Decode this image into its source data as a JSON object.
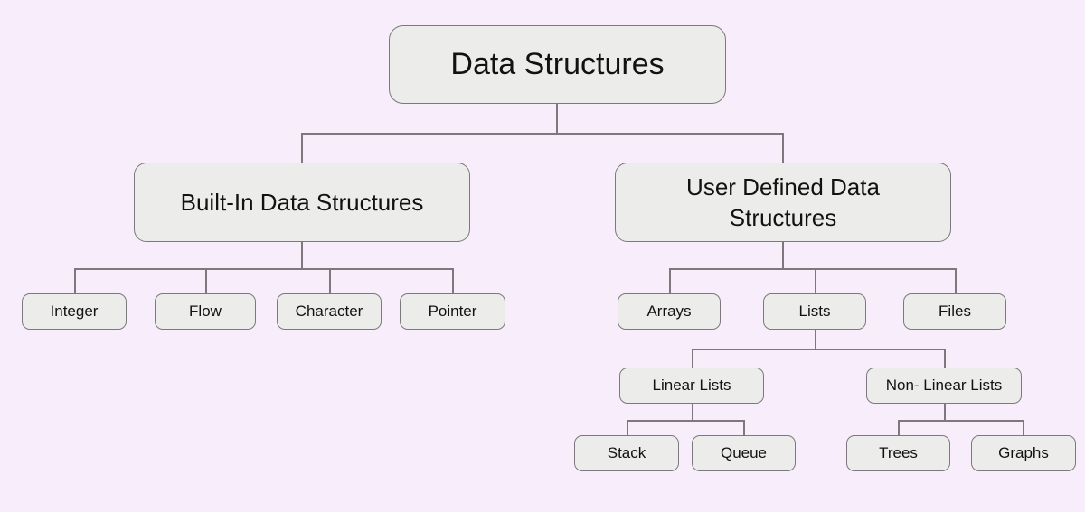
{
  "diagram": {
    "title": "Data Structures",
    "type": "hierarchy-tree",
    "colors": {
      "background": "#f8edfa",
      "node_fill": "#ececea",
      "node_border": "#7d787d",
      "connector": "#7d787d",
      "text": "#121212"
    },
    "nodes": {
      "root": {
        "label": "Data Structures"
      },
      "built_in": {
        "label": "Built-In Data Structures"
      },
      "user_defined": {
        "label": "User Defined Data Structures"
      },
      "integer": {
        "label": "Integer"
      },
      "flow": {
        "label": "Flow"
      },
      "character": {
        "label": "Character"
      },
      "pointer": {
        "label": "Pointer"
      },
      "arrays": {
        "label": "Arrays"
      },
      "lists": {
        "label": "Lists"
      },
      "files": {
        "label": "Files"
      },
      "linear_lists": {
        "label": "Linear Lists"
      },
      "non_linear_lists": {
        "label": "Non- Linear Lists"
      },
      "stack": {
        "label": "Stack"
      },
      "queue": {
        "label": "Queue"
      },
      "trees": {
        "label": "Trees"
      },
      "graphs": {
        "label": "Graphs"
      }
    },
    "hierarchy": {
      "Data Structures": {
        "Built-In Data Structures": [
          "Integer",
          "Flow",
          "Character",
          "Pointer"
        ],
        "User Defined Data Structures": {
          "Arrays": [],
          "Lists": {
            "Linear Lists": [
              "Stack",
              "Queue"
            ],
            "Non- Linear Lists": [
              "Trees",
              "Graphs"
            ]
          },
          "Files": []
        }
      }
    }
  }
}
